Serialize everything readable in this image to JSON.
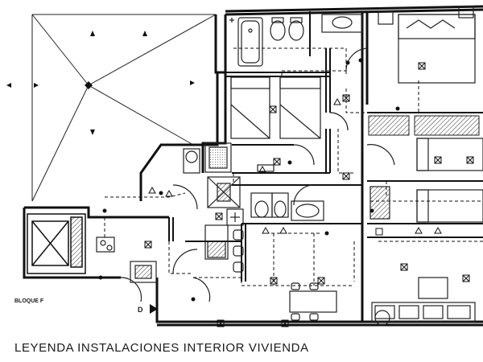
{
  "caption": "LEYENDA INSTALACIONES  INTERIOR VIVIENDA",
  "block_label": "BLOQUE F",
  "door_label": "D"
}
